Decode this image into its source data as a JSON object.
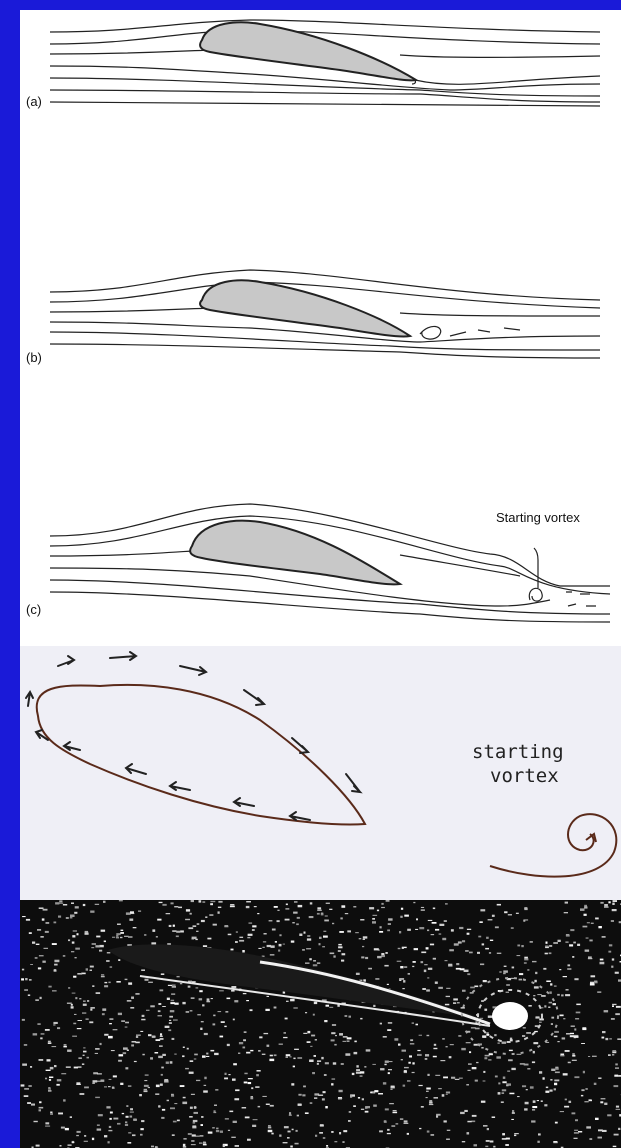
{
  "diagram": {
    "panels": [
      {
        "label": "(a)"
      },
      {
        "label": "(b)"
      },
      {
        "label": "(c)",
        "annotation": "Starting vortex"
      }
    ],
    "sketch": {
      "line1": "starting",
      "line2": "vortex"
    }
  },
  "colors": {
    "background": "#1a1ad8",
    "airfoil_fill": "#c8c8c8",
    "streamline": "#222222",
    "sketch_bg": "#efeff6",
    "photo_bg": "#0d0d0d"
  }
}
